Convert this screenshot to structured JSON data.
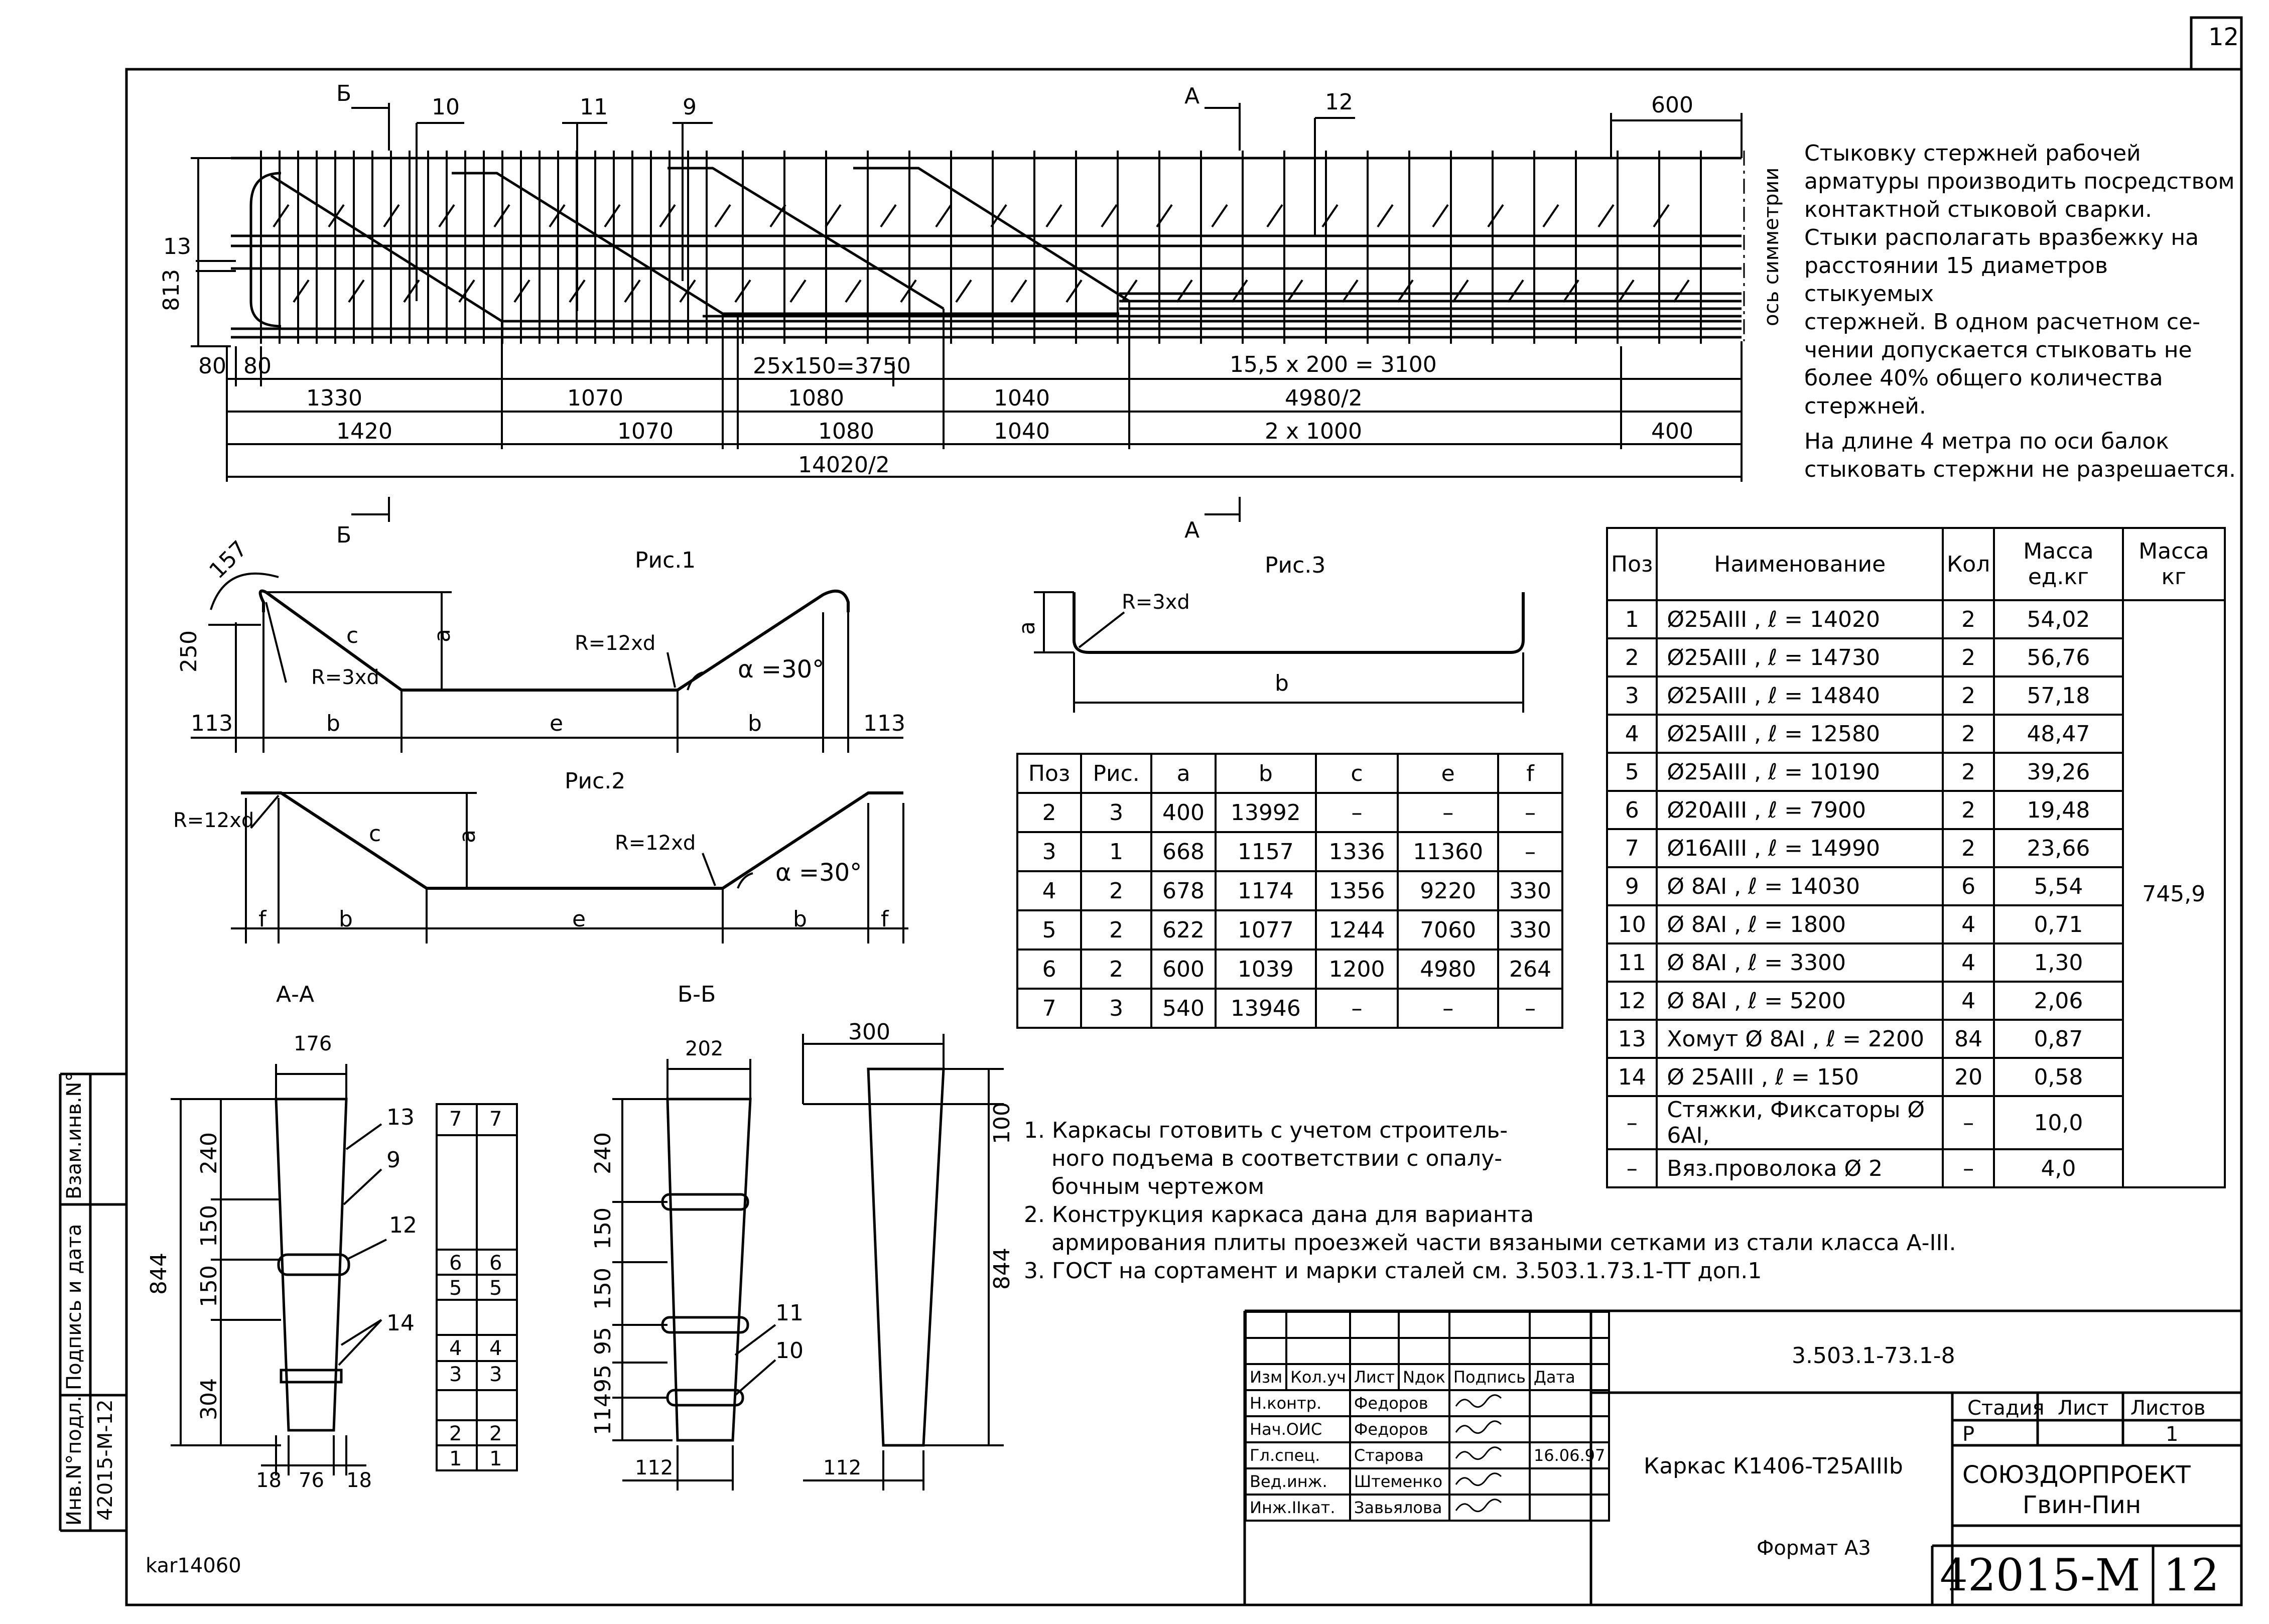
{
  "sheet_number_top": "12",
  "main_view": {
    "section_marks": [
      "Б",
      "Б",
      "А",
      "А"
    ],
    "callouts": [
      "10",
      "11",
      "9",
      "12"
    ],
    "dim_600": "600",
    "dim_13": "13",
    "dim_813": "813",
    "axis_label": "ось симметрии",
    "dim_row1": [
      "80",
      "80",
      "25x150=3750",
      "15,5 х 200 = 3100"
    ],
    "dim_row2": [
      "1330",
      "1070",
      "1080",
      "1040",
      "4980/2"
    ],
    "dim_row3": [
      "1420",
      "1070",
      "1080",
      "1040",
      "2 х 1000",
      "400"
    ],
    "dim_total": "14020/2"
  },
  "top_note": [
    "Стыковку стержней рабочей",
    "арматуры производить посредством",
    "контактной стыковой сварки.",
    "Стыки располагать вразбежку на",
    "расстоянии 15 диаметров стыкуемых",
    "стержней. В одном расчетном се-",
    "чении допускается стыковать не",
    "более 40% общего количества",
    "стержней.",
    "На длине 4 метра по оси балок",
    "стыковать стержни не разрешается."
  ],
  "fig1": {
    "title": "Рис.1",
    "labels": {
      "r157": "157",
      "d250": "250",
      "c": "c",
      "a": "a",
      "r3": "R=3xd",
      "r12": "R=12xd",
      "alpha": "α =30°",
      "d113l": "113",
      "b1": "b",
      "e": "e",
      "b2": "b",
      "d113r": "113"
    }
  },
  "fig2": {
    "title": "Рис.2",
    "labels": {
      "r12a": "R=12xd",
      "c": "c",
      "a": "a",
      "r12b": "R=12xd",
      "alpha": "α =30°",
      "f1": "f",
      "b1": "b",
      "e": "e",
      "b2": "b",
      "f2": "f"
    }
  },
  "fig3": {
    "title": "Рис.3",
    "labels": {
      "a": "a",
      "r3": "R=3xd",
      "b": "b"
    }
  },
  "shape_table": {
    "headers": [
      "Поз",
      "Рис.",
      "a",
      "b",
      "c",
      "e",
      "f"
    ],
    "rows": [
      [
        "2",
        "3",
        "400",
        "13992",
        "–",
        "–",
        "–"
      ],
      [
        "3",
        "1",
        "668",
        "1157",
        "1336",
        "11360",
        "–"
      ],
      [
        "4",
        "2",
        "678",
        "1174",
        "1356",
        "9220",
        "330"
      ],
      [
        "5",
        "2",
        "622",
        "1077",
        "1244",
        "7060",
        "330"
      ],
      [
        "6",
        "2",
        "600",
        "1039",
        "1200",
        "4980",
        "264"
      ],
      [
        "7",
        "3",
        "540",
        "13946",
        "–",
        "–",
        "–"
      ]
    ]
  },
  "spec_table": {
    "headers": [
      "Поз",
      "Наименование",
      "Кол",
      "Масса ед.кг",
      "Масса кг"
    ],
    "rows": [
      [
        "1",
        "Ø25АIII ,  ℓ = 14020",
        "2",
        "54,02"
      ],
      [
        "2",
        "Ø25АIII ,  ℓ = 14730",
        "2",
        "56,76"
      ],
      [
        "3",
        "Ø25АIII ,  ℓ = 14840",
        "2",
        "57,18"
      ],
      [
        "4",
        "Ø25АIII ,  ℓ = 12580",
        "2",
        "48,47"
      ],
      [
        "5",
        "Ø25АIII ,  ℓ = 10190",
        "2",
        "39,26"
      ],
      [
        "6",
        "Ø20АIII ,  ℓ = 7900",
        "2",
        "19,48"
      ],
      [
        "7",
        "Ø16АIII ,  ℓ = 14990",
        "2",
        "23,66"
      ],
      [
        "9",
        "Ø 8АI ,   ℓ = 14030",
        "6",
        "5,54"
      ],
      [
        "10",
        "Ø 8АI ,   ℓ = 1800",
        "4",
        "0,71"
      ],
      [
        "11",
        "Ø 8АI ,   ℓ = 3300",
        "4",
        "1,30"
      ],
      [
        "12",
        "Ø 8АI ,   ℓ = 5200",
        "4",
        "2,06"
      ],
      [
        "13",
        "Хомут Ø 8АI , ℓ = 2200",
        "84",
        "0,87"
      ],
      [
        "14",
        "Ø 25АIII ,  ℓ = 150",
        "20",
        "0,58"
      ],
      [
        "–",
        "Стяжки, Фиксаторы Ø 6АI,",
        "–",
        "10,0"
      ],
      [
        "–",
        "Вяз.проволока  Ø 2",
        "–",
        "4,0"
      ]
    ],
    "total_mass": "745,9"
  },
  "section_aa": {
    "title": "А-А",
    "dims": {
      "w176": "176",
      "h844": "844",
      "h240": "240",
      "h150a": "150",
      "h150b": "150",
      "h304": "304",
      "b18a": "18",
      "b76": "76",
      "b18b": "18"
    },
    "callouts": [
      "13",
      "9",
      "12",
      "14"
    ]
  },
  "position_column": {
    "rows": [
      [
        "7",
        "7"
      ],
      [
        "",
        ""
      ],
      [
        "",
        ""
      ],
      [
        "6",
        "6"
      ],
      [
        "5",
        "5"
      ],
      [
        "",
        ""
      ],
      [
        "4",
        "4"
      ],
      [
        "3",
        "3"
      ],
      [
        "",
        ""
      ],
      [
        "2",
        "2"
      ],
      [
        "1",
        "1"
      ]
    ]
  },
  "section_bb": {
    "title": "Б-Б",
    "dims": {
      "w202": "202",
      "h240": "240",
      "h150a": "150",
      "h150b": "150",
      "h95a": "95",
      "h95b": "95",
      "h114": "114",
      "b112": "112"
    },
    "callouts": [
      "11",
      "10"
    ]
  },
  "side_view": {
    "dims": {
      "w300": "300",
      "h100": "100",
      "h844": "844",
      "b112": "112"
    }
  },
  "notes": [
    "1. Каркасы готовить с учетом строитель-",
    "ного подъема в соответствии с опалу-",
    "бочным чертежом",
    "2. Конструкция каркаса дана для варианта",
    "армирования плиты проезжей части вязаными сетками из стали класса А-III.",
    "3. ГОСТ на сортамент и марки сталей см. 3.503.1.73.1-ТТ доп.1"
  ],
  "left_strip": {
    "labels": [
      "Взам.инв.N°",
      "Подпись и дата",
      "Инв.N°подл."
    ],
    "value": "42015-М-12"
  },
  "title_block": {
    "doc_code": "3.503.1-73.1-8",
    "header_cols": [
      "Изм",
      "Кол.уч",
      "Лист",
      "Nдок",
      "Подпись",
      "Дата"
    ],
    "people": [
      [
        "Н.контр.",
        "Федоров"
      ],
      [
        "Нач.ОИС",
        "Федоров"
      ],
      [
        "Гл.спец.",
        "Старова"
      ],
      [
        "Вед.инж.",
        "Штеменко"
      ],
      [
        "Инж.IIкат.",
        "Завьялова"
      ]
    ],
    "sign_date": "16.06.97",
    "drawing_title": "Каркас К1406-Т25АIIIb",
    "stage_headers": [
      "Стадия",
      "Лист",
      "Листов"
    ],
    "stage_values": [
      "Р",
      "1",
      ""
    ],
    "org": [
      "СОЮЗДОРПРОЕКТ",
      "Гвин-Пин"
    ],
    "format": "Формат А3",
    "doc_number": "42015-М",
    "sheet": "12"
  },
  "file_label": "kar14060"
}
